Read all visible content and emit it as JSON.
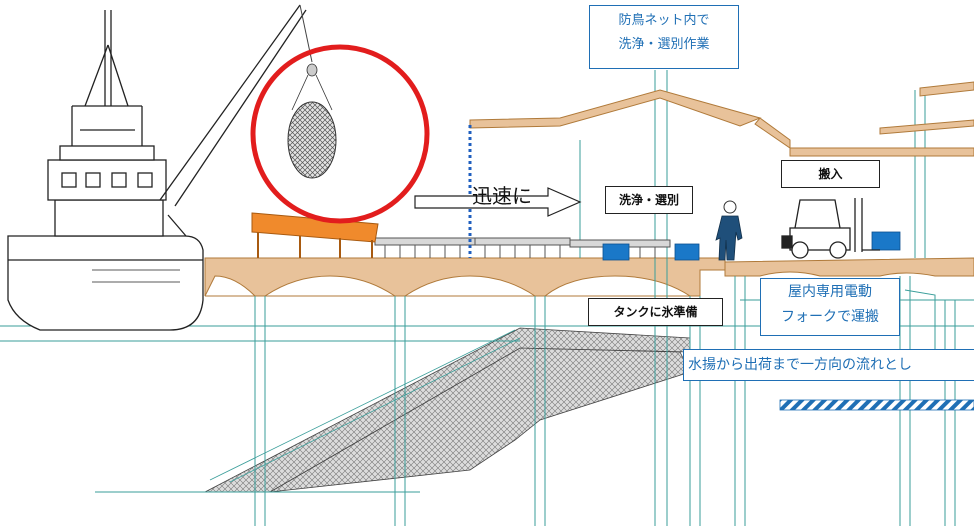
{
  "labels": {
    "net_work": [
      "防鳥ネット内で",
      "洗浄・選別作業"
    ],
    "speedy": "迅速に",
    "wash_sort": "洗浄・選別",
    "carry_in": "搬入",
    "tank": "タンクに氷準備",
    "indoor_forklift": [
      "屋内専用電動",
      "フォークで運搬"
    ],
    "one_way_flow": "水揚から出荷まで一方向の流れとし"
  },
  "colors": {
    "structure_line": "#3a9e9a",
    "wood": "#e8c29a",
    "wood_edge": "#b07a3a",
    "highlight_circle": "#e21d1d",
    "label_blue": "#1f6fb5",
    "crate_blue": "#1a78c8",
    "canopy_orange": "#f08a2c",
    "dotted_boundary": "#1f5fbf"
  }
}
